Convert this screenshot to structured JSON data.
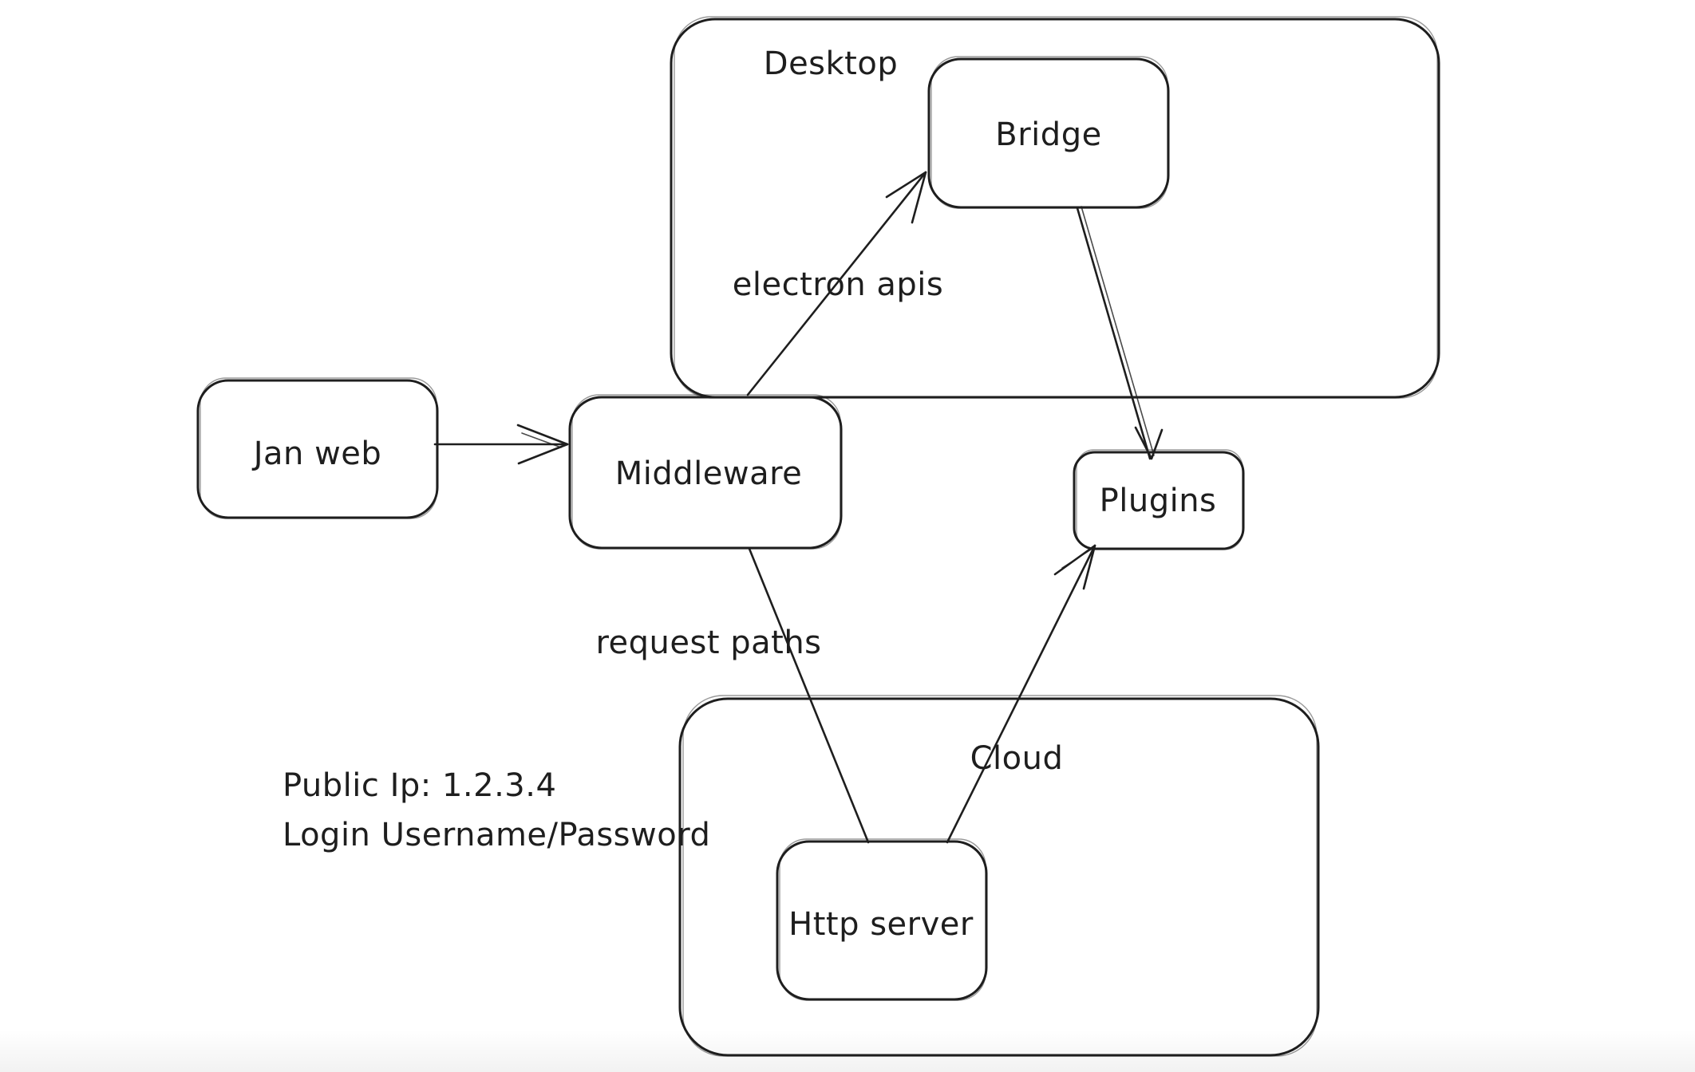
{
  "diagram": {
    "background": "#ffffff",
    "stroke_color": "#1e1e1e",
    "containers": [
      {
        "name": "desktop",
        "label": "Desktop"
      },
      {
        "name": "cloud",
        "label": "Cloud"
      }
    ],
    "nodes": [
      {
        "name": "jan-web",
        "label": "Jan web"
      },
      {
        "name": "middleware",
        "label": "Middleware"
      },
      {
        "name": "bridge",
        "label": "Bridge"
      },
      {
        "name": "plugins",
        "label": "Plugins"
      },
      {
        "name": "http-server",
        "label": "Http server"
      }
    ],
    "edges": [
      {
        "name": "jan-web-to-middleware",
        "from": "Jan web",
        "to": "Middleware",
        "label": "",
        "arrowhead": "end"
      },
      {
        "name": "middleware-to-bridge",
        "from": "Middleware",
        "to": "Bridge",
        "label": "electron apis",
        "arrowhead": "end"
      },
      {
        "name": "bridge-to-plugins",
        "from": "Bridge",
        "to": "Plugins",
        "label": "",
        "arrowhead": "end"
      },
      {
        "name": "middleware-to-http-server",
        "from": "Middleware",
        "to": "Http server",
        "label": "request paths",
        "arrowhead": "none"
      },
      {
        "name": "http-server-to-plugins",
        "from": "Http server",
        "to": "Plugins",
        "label": "",
        "arrowhead": "end"
      }
    ],
    "annotations": [
      {
        "name": "public-ip-note",
        "text": "Public Ip: 1.2.3.4"
      },
      {
        "name": "login-note",
        "text": "Login Username/Password"
      }
    ]
  }
}
